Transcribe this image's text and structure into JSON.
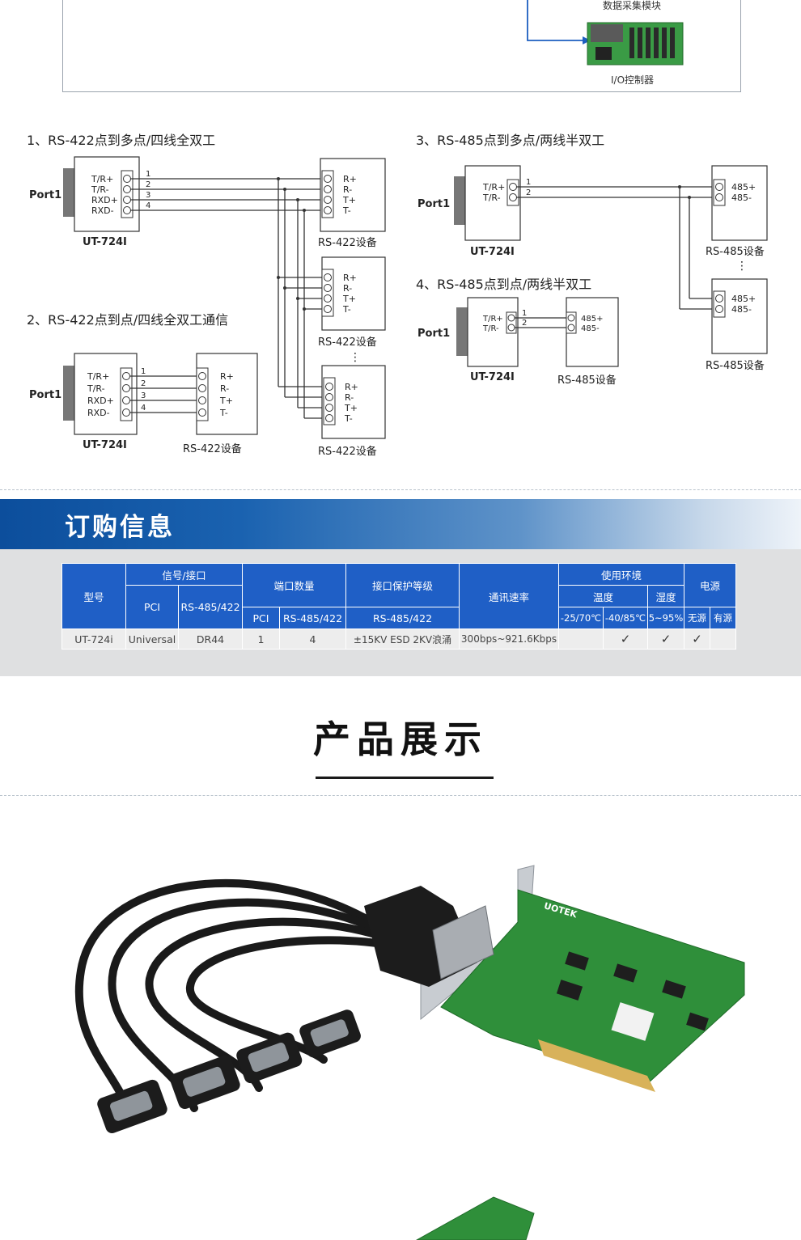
{
  "top_section": {
    "module_label": "数据采集模块",
    "io_label": "I/O控制器"
  },
  "diagrams": {
    "d1": {
      "title": "1、RS-422点到多点/四线全双工",
      "port": "Port1",
      "model": "UT-724I",
      "pins": [
        "T/R+",
        "T/R-",
        "RXD+",
        "RXD-"
      ],
      "nums": [
        "1",
        "2",
        "3",
        "4"
      ],
      "dev_pins": [
        "R+",
        "R-",
        "T+",
        "T-"
      ],
      "device": "RS-422设备"
    },
    "d2": {
      "title": "2、RS-422点到点/四线全双工通信",
      "port": "Port1",
      "model": "UT-724I",
      "pins": [
        "T/R+",
        "T/R-",
        "RXD+",
        "RXD-"
      ],
      "nums": [
        "1",
        "2",
        "3",
        "4"
      ],
      "dev_pins": [
        "R+",
        "R-",
        "T+",
        "T-"
      ],
      "device": "RS-422设备"
    },
    "d3": {
      "title": "3、RS-485点到多点/两线半双工",
      "port": "Port1",
      "model": "UT-724I",
      "pins": [
        "T/R+",
        "T/R-"
      ],
      "nums": [
        "1",
        "2"
      ],
      "dev_pins": [
        "485+",
        "485-"
      ],
      "device": "RS-485设备"
    },
    "d4": {
      "title": "4、RS-485点到点/两线半双工",
      "port": "Port1",
      "model": "UT-724I",
      "pins": [
        "T/R+",
        "T/R-"
      ],
      "nums": [
        "1",
        "2"
      ],
      "dev_pins": [
        "485+",
        "485-"
      ],
      "device": "RS-485设备"
    },
    "ellipsis": "⋮"
  },
  "order": {
    "title": "订购信息",
    "headers": {
      "model": "型号",
      "signal_interface": "信号/接口",
      "pci": "PCI",
      "rs485_422": "RS-485/422",
      "port_count": "端口数量",
      "pci_sub": "PCI",
      "rs_sub": "RS-485/422",
      "protection": "接口保护等级",
      "protection_sub": "RS-485/422",
      "rate": "通讯速率",
      "environment": "使用环境",
      "temperature": "温度",
      "humidity": "湿度",
      "temp1": "-25/70℃",
      "temp2": "-40/85℃",
      "hum1": "5~95%",
      "power": "电源",
      "power_none": "无源",
      "power_with": "有源"
    },
    "row": {
      "model": "UT-724i",
      "pci": "Universal",
      "connector": "DR44",
      "pci_ports": "1",
      "rs_ports": "4",
      "protection": "±15KV ESD 2KV浪涌",
      "rate": "300bps~921.6Kbps",
      "temp1": "",
      "temp2": "✓",
      "hum": "✓",
      "power_none": "✓",
      "power_with": ""
    }
  },
  "showcase": {
    "title": "产品展示",
    "board_brand": "UOTEK"
  },
  "colors": {
    "header_blue": "#1f5fc6",
    "banner_blue": "#0c4e9c",
    "pcb_green": "#2f8f3a",
    "gold": "#d8b25a"
  }
}
